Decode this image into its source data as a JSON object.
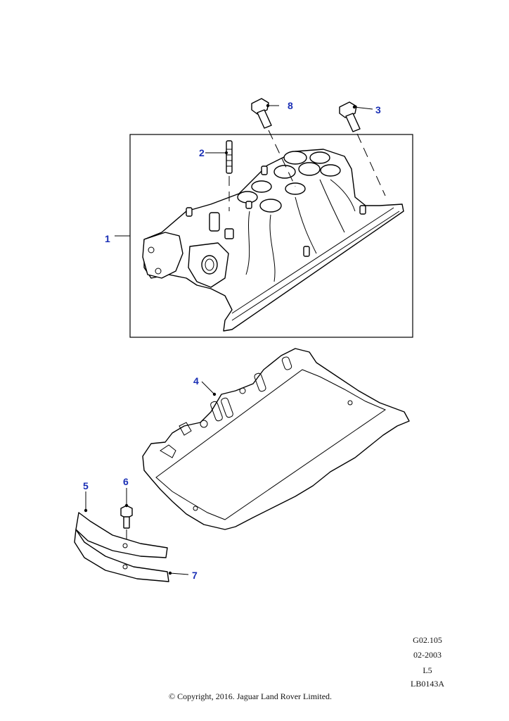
{
  "callouts": [
    {
      "id": "1",
      "label": "1"
    },
    {
      "id": "2",
      "label": "2"
    },
    {
      "id": "3",
      "label": "3"
    },
    {
      "id": "4",
      "label": "4"
    },
    {
      "id": "5",
      "label": "5"
    },
    {
      "id": "6",
      "label": "6"
    },
    {
      "id": "7",
      "label": "7"
    },
    {
      "id": "8",
      "label": "8"
    }
  ],
  "reference": {
    "group": "G02.105",
    "date": "02-2003",
    "line": "L5",
    "drawing": "LB0143A"
  },
  "copyright": "© Copyright, 2016. Jaguar Land Rover Limited.",
  "colors": {
    "callout": "#1a2fb5",
    "line": "#000000",
    "background": "#ffffff"
  }
}
